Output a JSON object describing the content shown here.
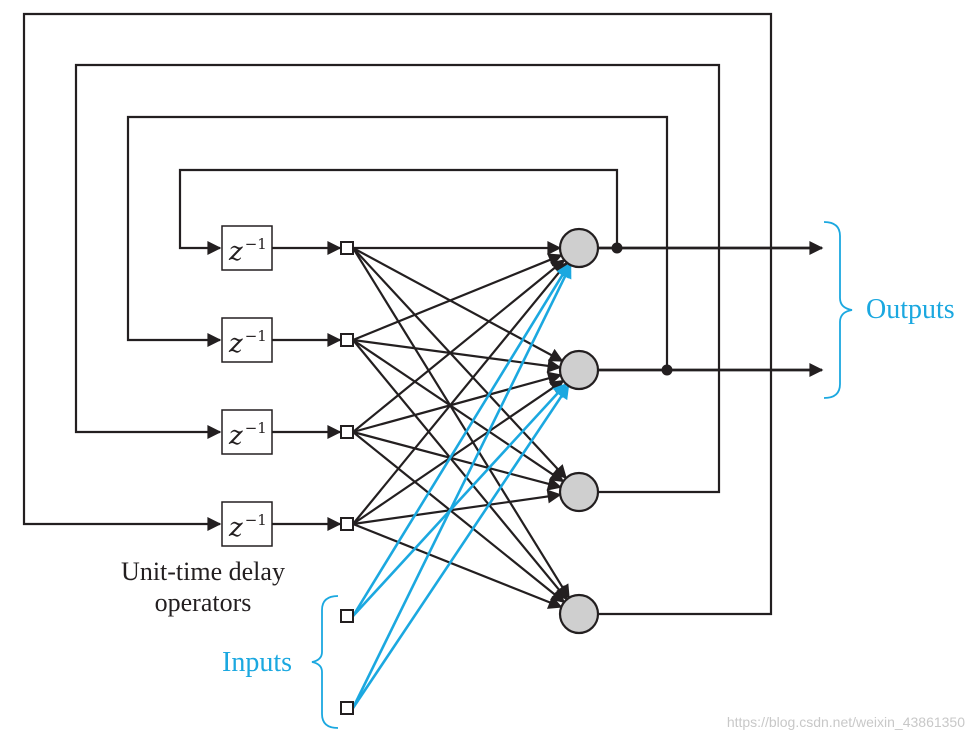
{
  "delay_label": {
    "base": "z",
    "exponent": "−1"
  },
  "delay_caption": {
    "line1": "Unit-time delay",
    "line2": "operators"
  },
  "outputs_label": "Outputs",
  "inputs_label": "Inputs",
  "watermark": "https://blog.csdn.net/weixin_43861350",
  "colors": {
    "ink": "#231f20",
    "input_accent": "#1ba8e0",
    "neuron_fill": "#cfcfcf"
  },
  "counts": {
    "neurons": 4,
    "delays": 4,
    "inputs": 2,
    "outputs": 2
  }
}
